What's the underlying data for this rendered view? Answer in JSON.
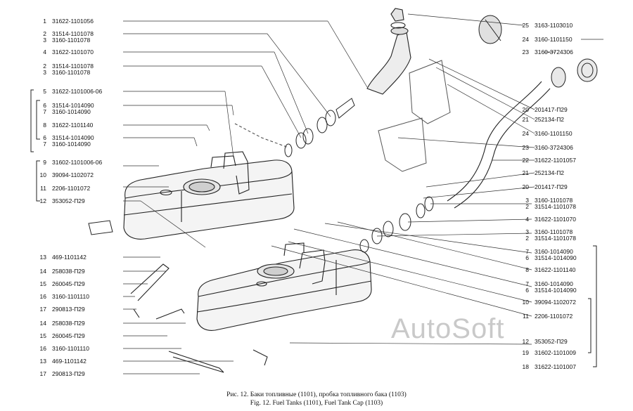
{
  "left_labels": [
    {
      "num": "1",
      "code": "31622-1101056"
    },
    {
      "num": "2",
      "code": "31514-1101078"
    },
    {
      "num": "3",
      "code": "3160-1101078"
    },
    {
      "num": "4",
      "code": "31622-1101070"
    },
    {
      "num": "2",
      "code": "31514-1101078"
    },
    {
      "num": "3",
      "code": "3160-1101078"
    },
    {
      "num": "5",
      "code": "31622-1101006-06"
    },
    {
      "num": "6",
      "code": "31514-1014090"
    },
    {
      "num": "7",
      "code": "3160-1014090"
    },
    {
      "num": "8",
      "code": "31622-1101140"
    },
    {
      "num": "6",
      "code": "31514-1014090"
    },
    {
      "num": "7",
      "code": "3160-1014090"
    },
    {
      "num": "9",
      "code": "31602-1101006-06"
    },
    {
      "num": "10",
      "code": "39094-1102072"
    },
    {
      "num": "11",
      "code": "2206-1101072"
    },
    {
      "num": "12",
      "code": "353052-П29"
    },
    {
      "num": "13",
      "code": "469-1101142"
    },
    {
      "num": "14",
      "code": "258038-П29"
    },
    {
      "num": "15",
      "code": "260045-П29"
    },
    {
      "num": "16",
      "code": "3160-1101110"
    },
    {
      "num": "17",
      "code": "290813-П29"
    },
    {
      "num": "14",
      "code": "258038-П29"
    },
    {
      "num": "15",
      "code": "260045-П29"
    },
    {
      "num": "16",
      "code": "3160-1101110"
    },
    {
      "num": "13",
      "code": "469-1101142"
    },
    {
      "num": "17",
      "code": "290813-П29"
    }
  ],
  "right_labels": [
    {
      "num": "25",
      "code": "3163-1103010"
    },
    {
      "num": "24",
      "code": "3160-1101150"
    },
    {
      "num": "23",
      "code": "3160-3724306"
    },
    {
      "num": "20",
      "code": "201417-П29"
    },
    {
      "num": "21",
      "code": "252134-П2"
    },
    {
      "num": "24",
      "code": "3160-1101150"
    },
    {
      "num": "23",
      "code": "3160-3724306"
    },
    {
      "num": "22",
      "code": "31622-1101057"
    },
    {
      "num": "21",
      "code": "252134-П2"
    },
    {
      "num": "20",
      "code": "201417-П29"
    },
    {
      "num": "3",
      "code": "3160-1101078"
    },
    {
      "num": "2",
      "code": "31514-1101078"
    },
    {
      "num": "4",
      "code": "31622-1101070"
    },
    {
      "num": "3",
      "code": "3160-1101078"
    },
    {
      "num": "2",
      "code": "31514-1101078"
    },
    {
      "num": "7",
      "code": "3160-1014090"
    },
    {
      "num": "6",
      "code": "31514-1014090"
    },
    {
      "num": "8",
      "code": "31622-1101140"
    },
    {
      "num": "7",
      "code": "3160-1014090"
    },
    {
      "num": "6",
      "code": "31514-1014090"
    },
    {
      "num": "10",
      "code": "39094-1102072"
    },
    {
      "num": "11",
      "code": "2206-1101072"
    },
    {
      "num": "12",
      "code": "353052-П29"
    },
    {
      "num": "19",
      "code": "31602-1101009"
    },
    {
      "num": "18",
      "code": "31622-1101007"
    }
  ],
  "caption": {
    "ru": "Рис. 12. Баки топливные (1101), пробка топливного бака (1103)",
    "en": "Fig. 12. Fuel Tanks (1101), Fuel Tank Cap (1103)"
  },
  "watermark": "AutoSoft"
}
